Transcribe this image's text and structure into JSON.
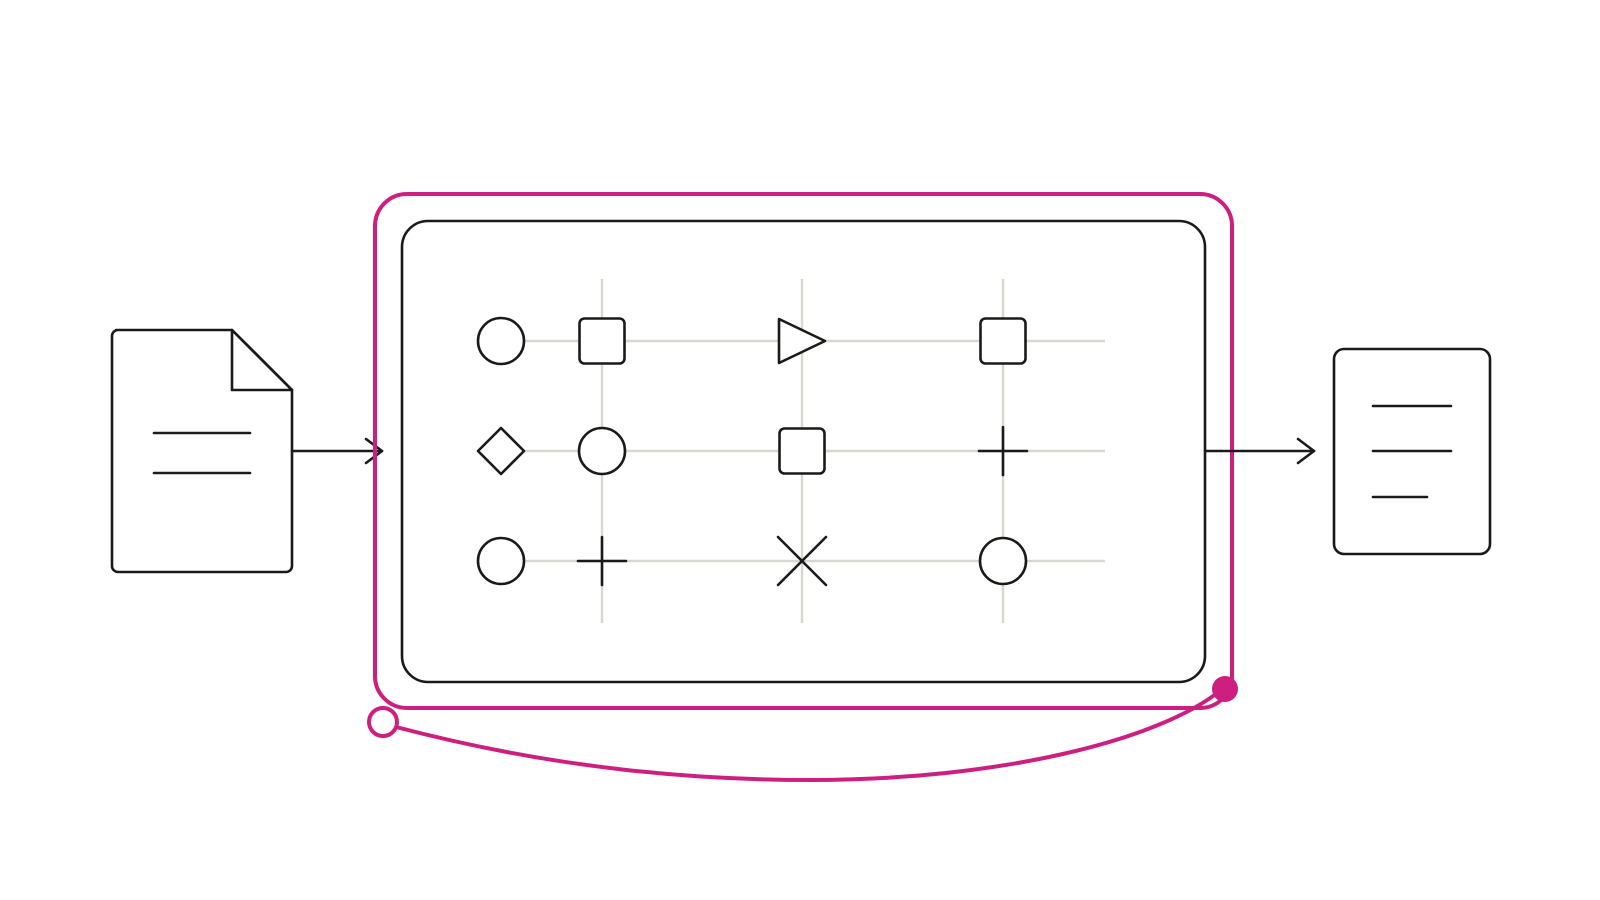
{
  "colors": {
    "background": "#ffffff",
    "ink": "#1a1a1a",
    "grid": "#d8d8d0",
    "accent": "#cc1f7f"
  },
  "nodes": {
    "input_document": {
      "icon": "document-folded-corner-icon",
      "text_lines": 2
    },
    "processing_panel": {
      "icon": "symbol-grid-panel"
    },
    "output_document": {
      "icon": "document-text-icon",
      "text_lines": 3
    }
  },
  "symbol_grid": {
    "rows": [
      [
        "circle",
        "square",
        "triangle",
        "square"
      ],
      [
        "diamond",
        "circle",
        "square",
        "plus"
      ],
      [
        "circle",
        "plus",
        "cross",
        "circle"
      ]
    ]
  },
  "connectors": {
    "input_to_panel": "arrow-right",
    "panel_to_output": "arrow-right",
    "feedback_loop": {
      "start": "open-circle",
      "end": "filled-dot"
    }
  }
}
